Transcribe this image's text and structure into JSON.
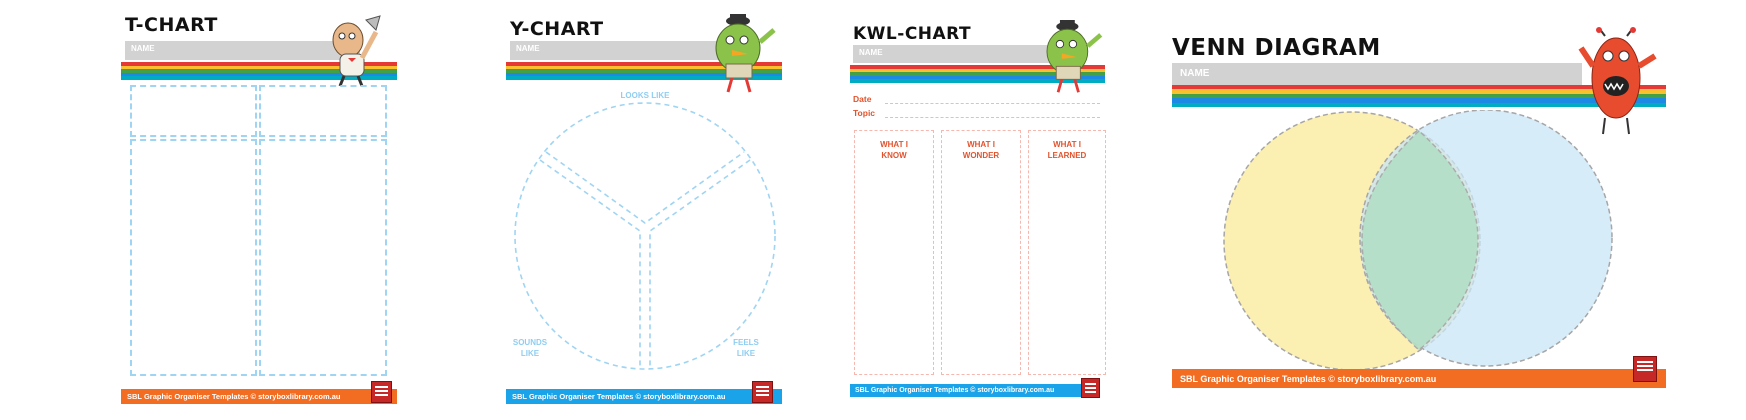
{
  "colors": {
    "rainbow": [
      "#e53935",
      "#fbc02d",
      "#43a047",
      "#1e88e5",
      "#00acc1"
    ],
    "footer_tchart": "#f26c21",
    "footer_blue": "#1aa3e8",
    "footer_venn": "#f26c21"
  },
  "tchart": {
    "title": "T-CHART",
    "name_label": "NAME",
    "footer": "SBL Graphic Organiser Templates © storyboxlibrary.com.au",
    "mascot": "waving-man-icon"
  },
  "ychart": {
    "title": "Y-CHART",
    "name_label": "NAME",
    "labels": {
      "top": "LOOKS LIKE",
      "left": "SOUNDS\nLIKE",
      "right": "FEELS\nLIKE"
    },
    "footer": "SBL Graphic Organiser Templates © storyboxlibrary.com.au",
    "mascot": "green-bird-hat-icon"
  },
  "kwl": {
    "title": "KWL-CHART",
    "name_label": "NAME",
    "date_label": "Date",
    "topic_label": "Topic",
    "columns": [
      "WHAT I\nKNOW",
      "WHAT I\nWONDER",
      "WHAT I\nLEARNED"
    ],
    "footer": "SBL Graphic Organiser Templates © storyboxlibrary.com.au",
    "mascot": "green-bird-hat-icon"
  },
  "venn": {
    "title": "VENN DIAGRAM",
    "name_label": "NAME",
    "footer": "SBL Graphic Organiser Templates © storyboxlibrary.com.au",
    "mascot": "red-monster-icon"
  }
}
